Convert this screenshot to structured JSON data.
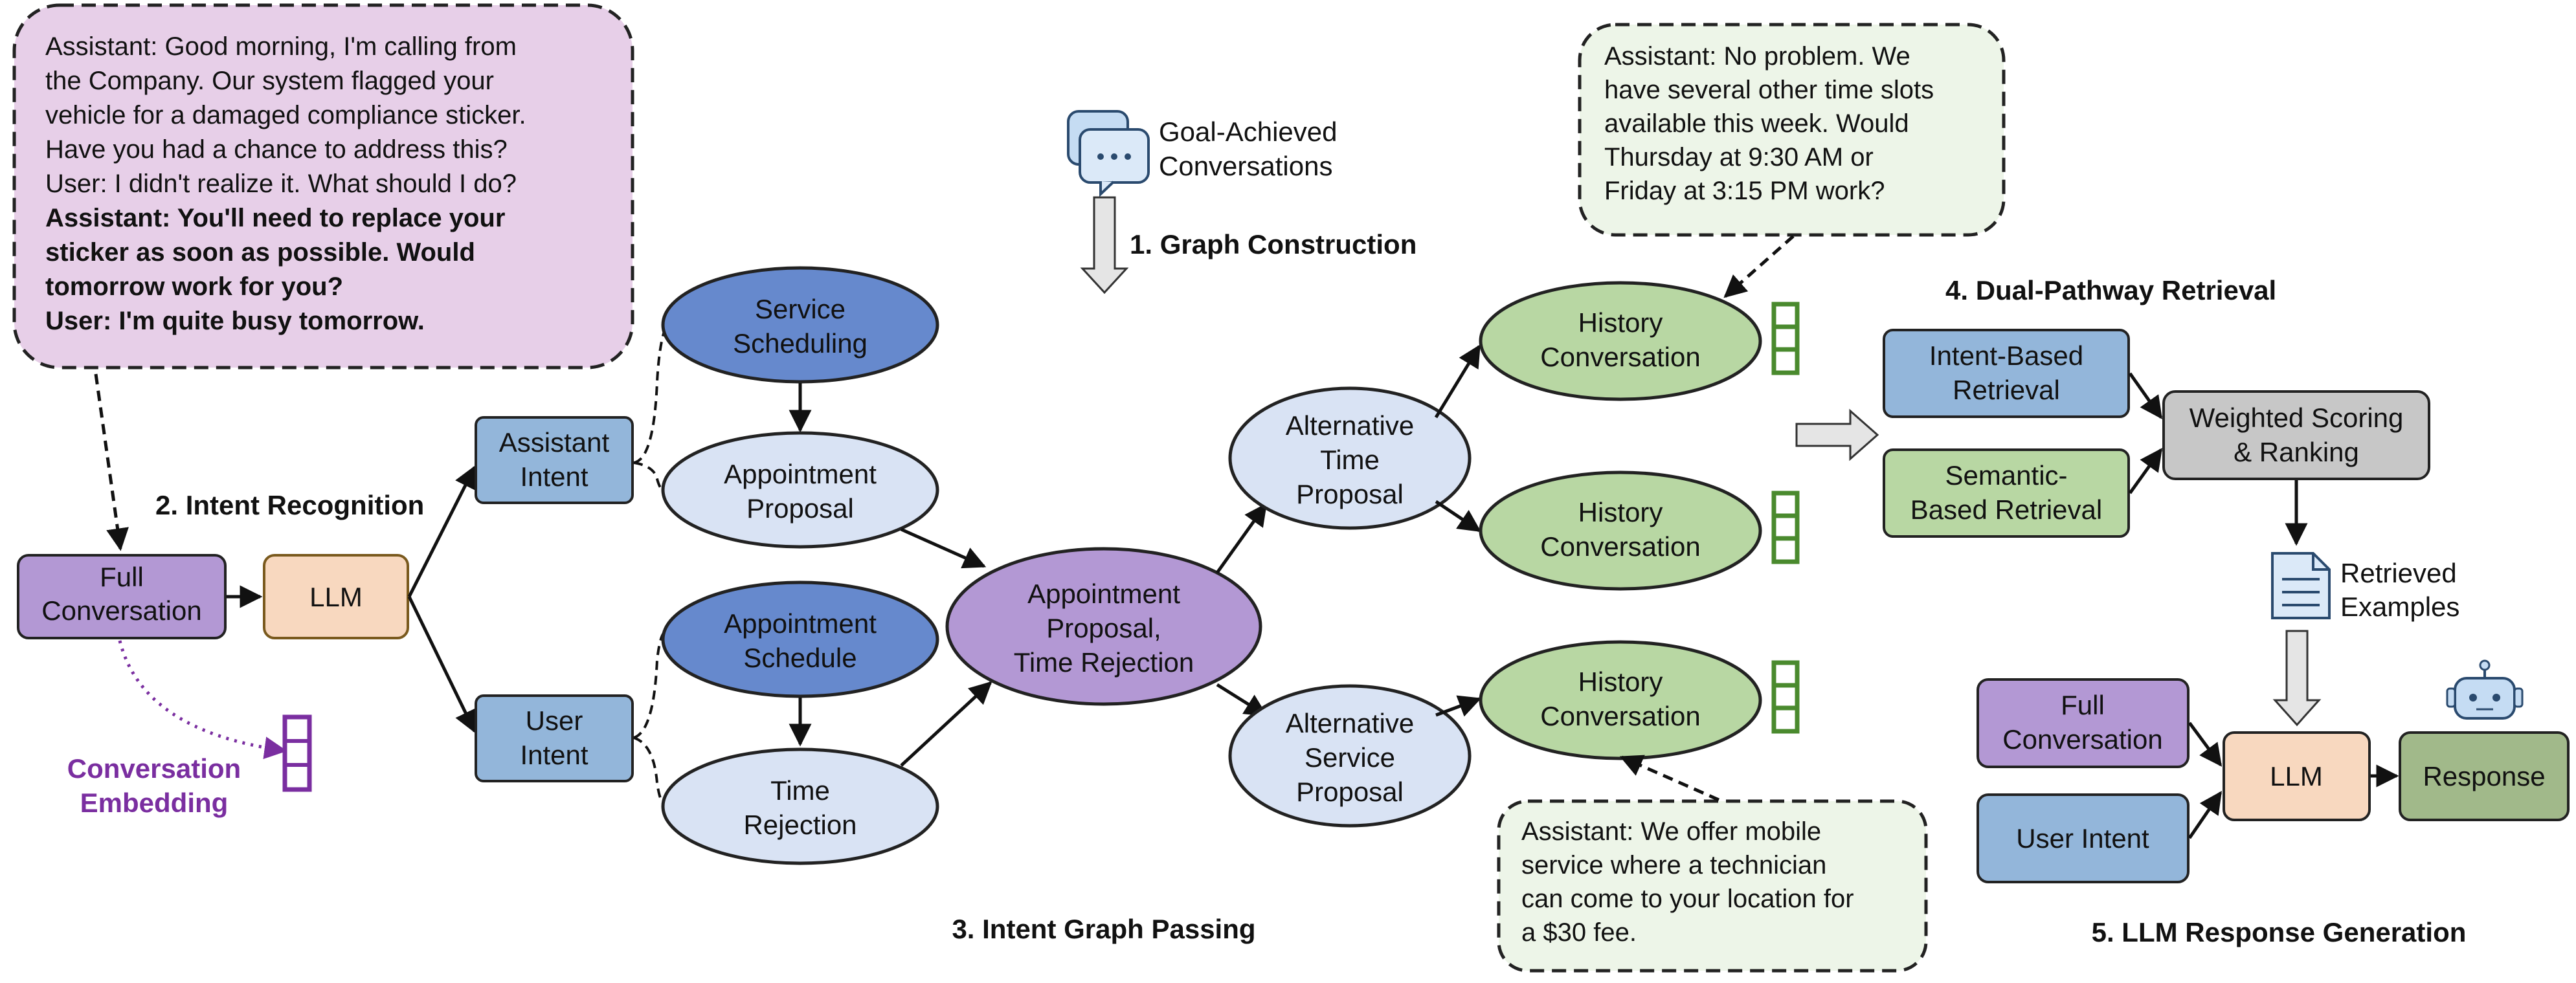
{
  "top_bubble": {
    "lines": [
      {
        "text": "Assistant: Good morning, I'm calling from",
        "bold": false
      },
      {
        "text": "the Company. Our system flagged your",
        "bold": false
      },
      {
        "text": "vehicle for a damaged compliance sticker.",
        "bold": false
      },
      {
        "text": "Have you had a chance to address this?",
        "bold": false
      },
      {
        "text": "User: I didn't realize it. What should I do?",
        "bold": false
      },
      {
        "text": "Assistant: You'll need to replace your",
        "bold": true
      },
      {
        "text": "sticker as soon as possible. Would",
        "bold": true
      },
      {
        "text": "tomorrow work for you?",
        "bold": true
      },
      {
        "text": "User: I'm quite busy tomorrow.",
        "bold": true
      }
    ]
  },
  "left": {
    "full_conversation": [
      "Full",
      "Conversation"
    ],
    "llm": "LLM",
    "stage2_label": "2. Intent Recognition",
    "embedding_label": [
      "Conversation",
      "Embedding"
    ],
    "assistant_intent": [
      "Assistant",
      "Intent"
    ],
    "user_intent": [
      "User",
      "Intent"
    ]
  },
  "graph": {
    "service_scheduling": [
      "Service",
      "Scheduling"
    ],
    "appointment_proposal": [
      "Appointment",
      "Proposal"
    ],
    "appointment_schedule": [
      "Appointment",
      "Schedule"
    ],
    "time_rejection": [
      "Time",
      "Rejection"
    ],
    "center": [
      "Appointment",
      "Proposal,",
      "Time Rejection"
    ],
    "alt_time": [
      "Alternative",
      "Time",
      "Proposal"
    ],
    "alt_service": [
      "Alternative",
      "Service",
      "Proposal"
    ],
    "history": [
      "History",
      "Conversation"
    ],
    "stage3_label": "3. Intent Graph Passing"
  },
  "top_center": {
    "goal_label": [
      "Goal-Achieved",
      "Conversations"
    ],
    "stage1_label": "1. Graph Construction"
  },
  "bubble_right_top": [
    "Assistant: No problem. We",
    "have several other time slots",
    "available this week. Would",
    "Thursday at 9:30 AM or",
    "Friday at 3:15 PM work?"
  ],
  "bubble_right_bottom": [
    "Assistant: We offer mobile",
    "service where a technician",
    "can come to your location for",
    "a $30 fee."
  ],
  "retrieval": {
    "stage4_label": "4. Dual-Pathway Retrieval",
    "intent_based": [
      "Intent-Based",
      "Retrieval"
    ],
    "semantic_based": [
      "Semantic-",
      "Based Retrieval"
    ],
    "weighted": [
      "Weighted Scoring",
      "& Ranking"
    ],
    "retrieved": [
      "Retrieved",
      "Examples"
    ]
  },
  "generation": {
    "full_conversation": [
      "Full",
      "Conversation"
    ],
    "user_intent": "User Intent",
    "llm": "LLM",
    "response": "Response",
    "stage5_label": "5. LLM Response Generation"
  },
  "colors": {
    "lavender_bubble": "#e7cfe8",
    "light_green_bubble": "#edf5e8",
    "purple_node": "#b398d4",
    "peach": "#f8d8bf",
    "steel_blue": "#93b6da",
    "dark_blue": "#6689cd",
    "pale_blue": "#d9e3f4",
    "green": "#b8d7a3",
    "dark_green_icon": "#4a8a2e",
    "grey": "#c7c7c7",
    "response_green": "#a1b98a",
    "embedding_purple": "#7a2ea0"
  }
}
